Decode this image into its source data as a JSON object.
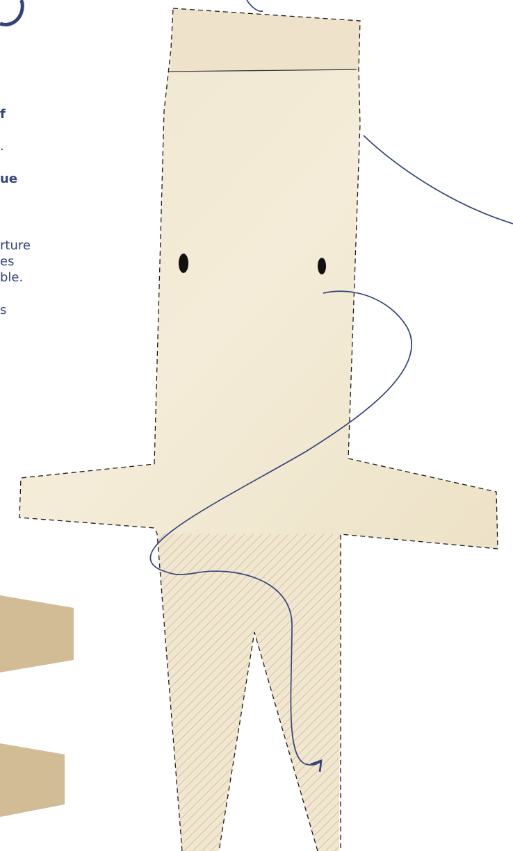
{
  "palette": {
    "paper": "#f3ead5",
    "paper_edge": "#e7dcc0",
    "tan_block": "#d2bc96",
    "ink_blue": "#34437a",
    "dash": "#1b1b1b",
    "hatch": "#c7b38f",
    "eye": "#111111"
  },
  "clipped_text": {
    "bold_1": "f",
    "bold_2": "ue",
    "line_1": "rture",
    "line_2": "es",
    "line_3": "ble.",
    "line_4": "s"
  },
  "figure": {
    "hatched_region": "legs",
    "eyes_count": 2
  }
}
